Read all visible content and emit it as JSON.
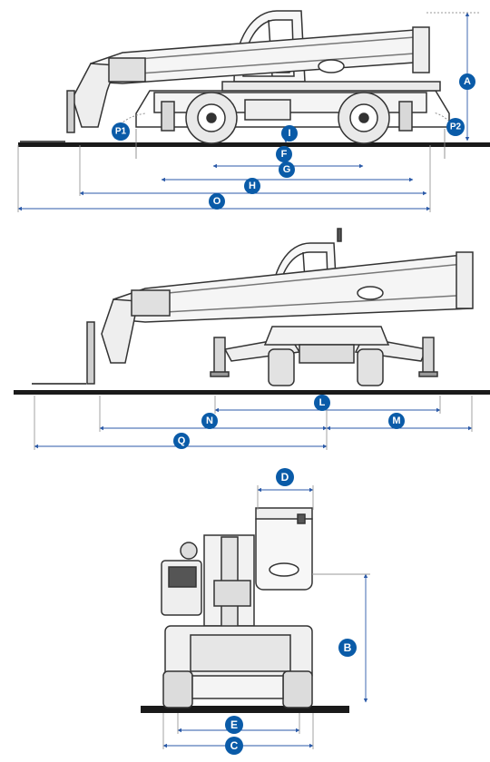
{
  "badge_color": "#0a5ba8",
  "line_color": "#1a1a1a",
  "dimension_color": "#2b5aa8",
  "views": {
    "side_stowed": {
      "labels": {
        "a": "A",
        "p1": "P1",
        "p2": "P2",
        "i": "I",
        "f": "F",
        "g": "G",
        "h": "H",
        "o": "O"
      }
    },
    "side_outriggers": {
      "labels": {
        "l": "L",
        "n": "N",
        "m": "M",
        "q": "Q"
      }
    },
    "front": {
      "labels": {
        "d": "D",
        "b": "B",
        "e": "E",
        "c": "C"
      }
    }
  }
}
